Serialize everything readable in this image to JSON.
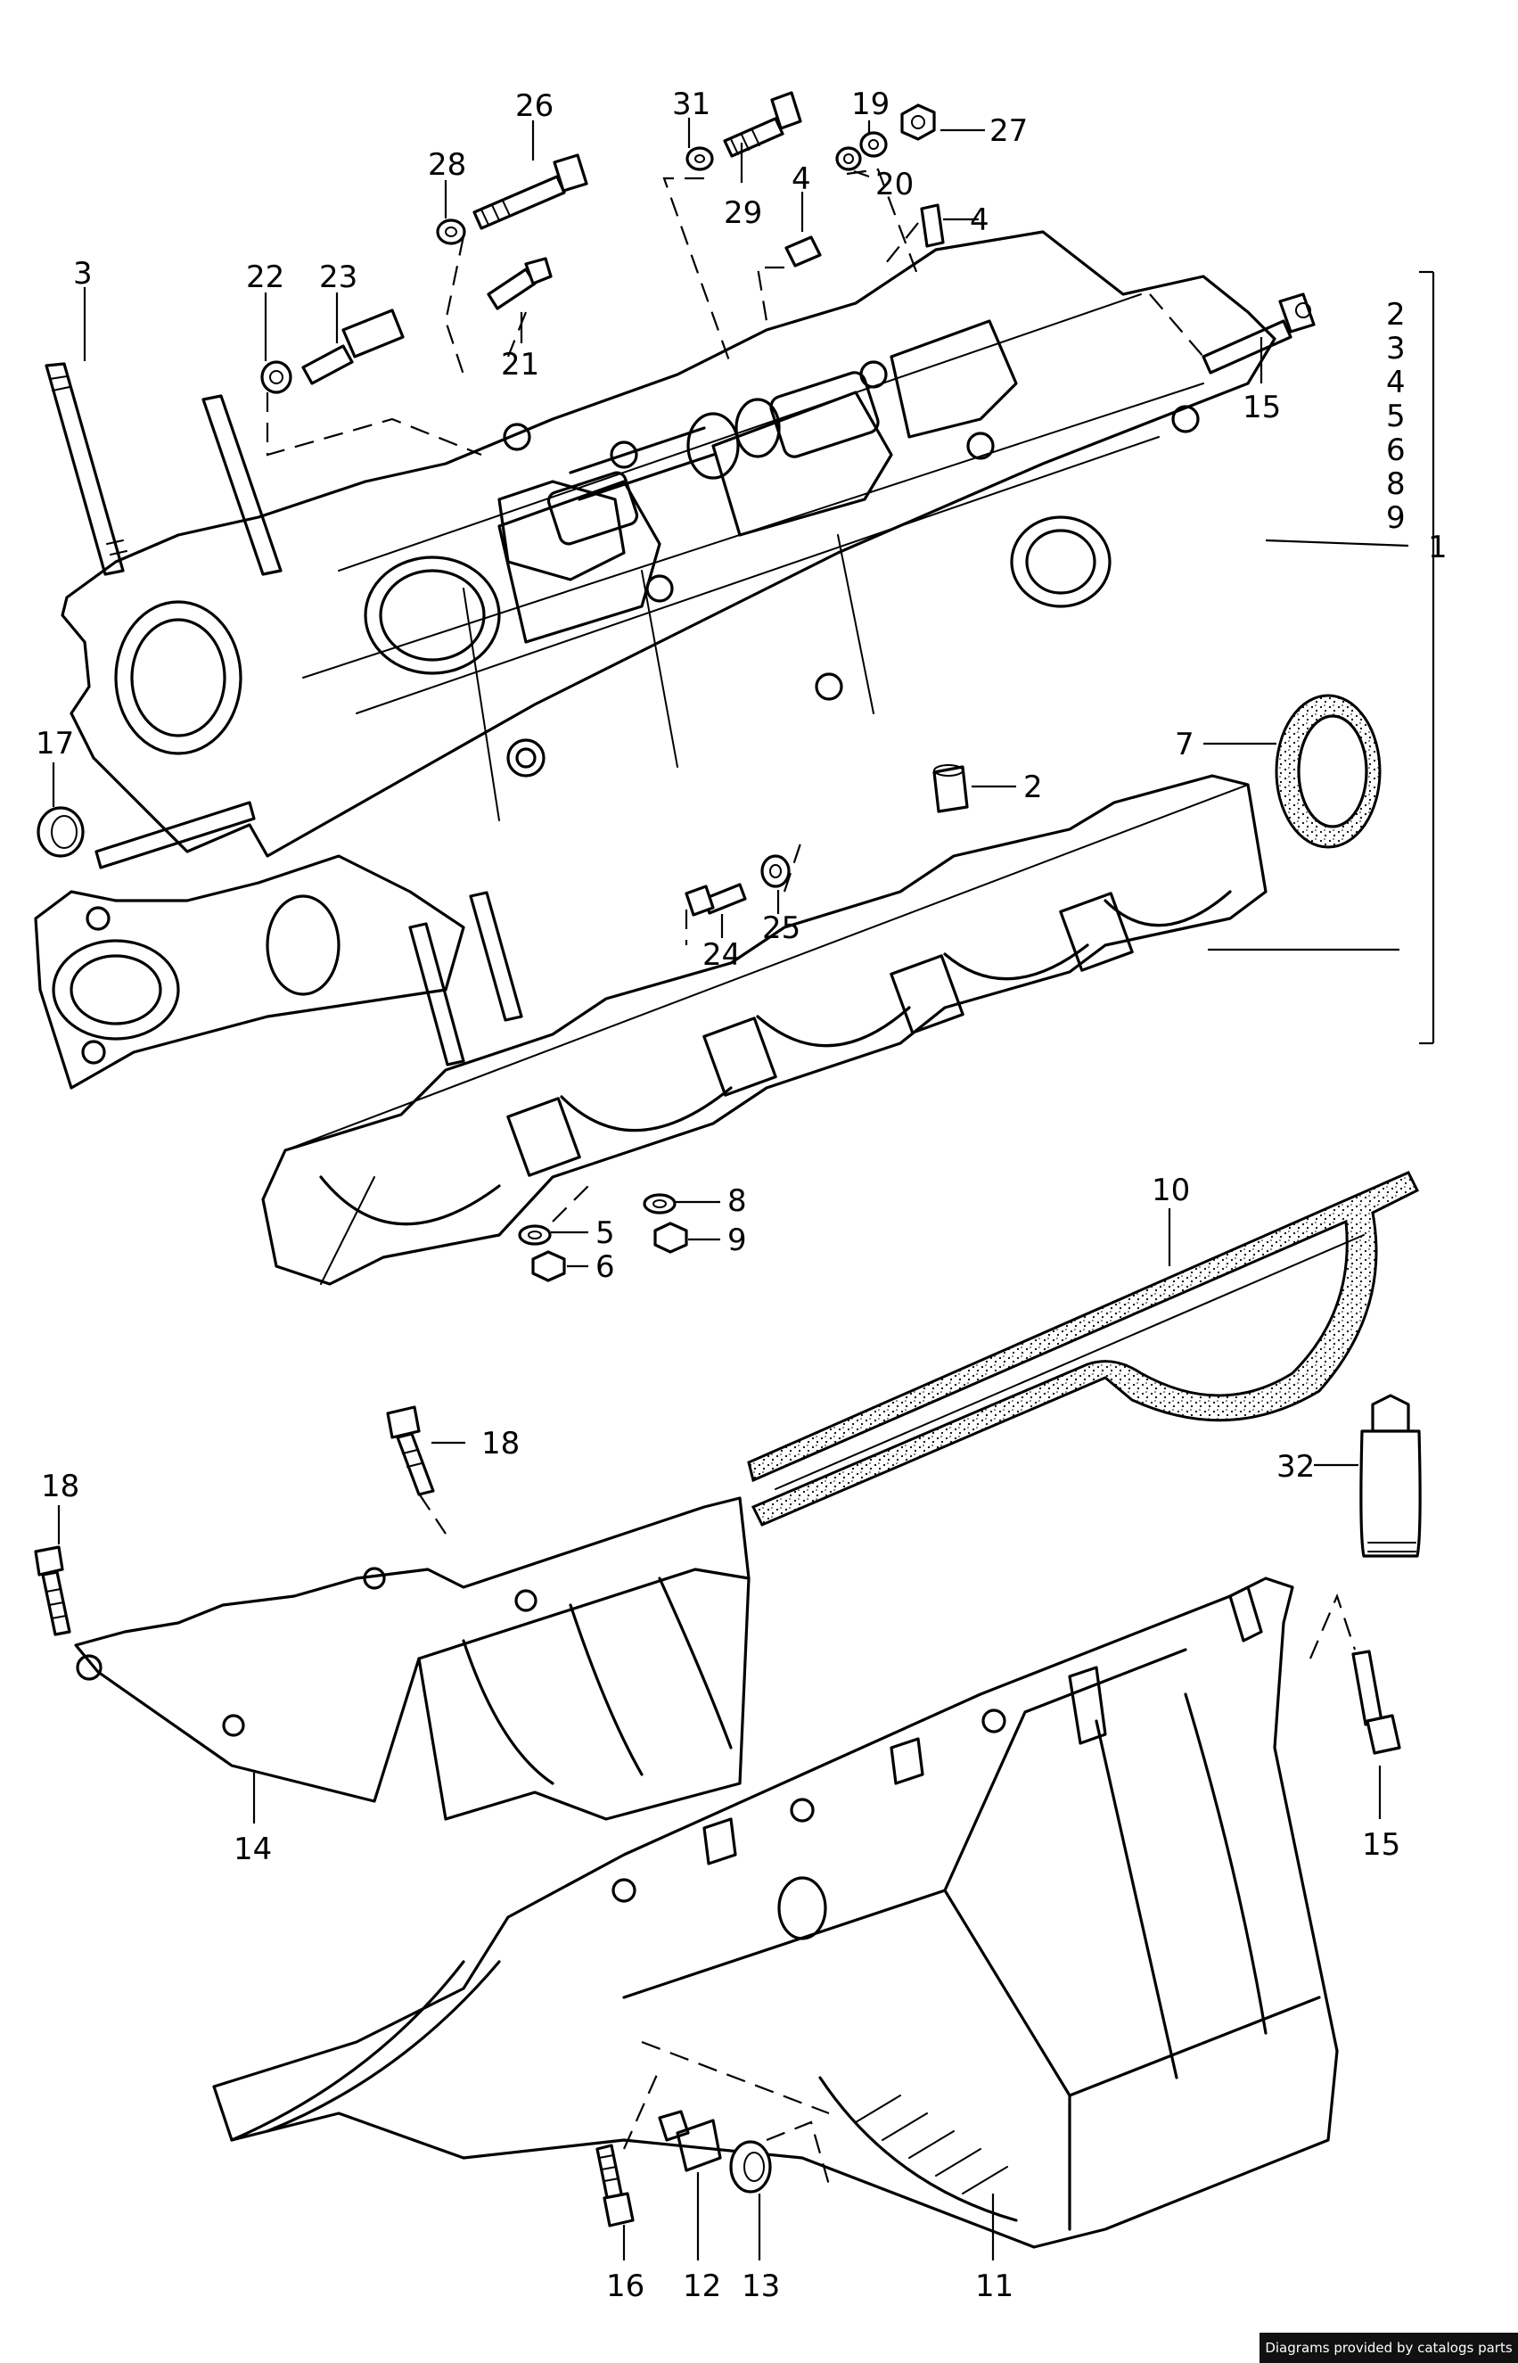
{
  "credit": "Diagrams provided by catalogs parts",
  "bracket_items": [
    "2",
    "3",
    "4",
    "5",
    "6",
    "8",
    "9"
  ],
  "callouts": [
    {
      "id": "c1",
      "label": "1"
    },
    {
      "id": "c2",
      "label": "2"
    },
    {
      "id": "c3",
      "label": "3"
    },
    {
      "id": "c4a",
      "label": "4"
    },
    {
      "id": "c4b",
      "label": "4"
    },
    {
      "id": "c5",
      "label": "5"
    },
    {
      "id": "c6",
      "label": "6"
    },
    {
      "id": "c7",
      "label": "7"
    },
    {
      "id": "c8",
      "label": "8"
    },
    {
      "id": "c9",
      "label": "9"
    },
    {
      "id": "c10",
      "label": "10"
    },
    {
      "id": "c11",
      "label": "11"
    },
    {
      "id": "c12",
      "label": "12"
    },
    {
      "id": "c13",
      "label": "13"
    },
    {
      "id": "c14",
      "label": "14"
    },
    {
      "id": "c15a",
      "label": "15"
    },
    {
      "id": "c15b",
      "label": "15"
    },
    {
      "id": "c16",
      "label": "16"
    },
    {
      "id": "c17",
      "label": "17"
    },
    {
      "id": "c18a",
      "label": "18"
    },
    {
      "id": "c18b",
      "label": "18"
    },
    {
      "id": "c19",
      "label": "19"
    },
    {
      "id": "c20",
      "label": "20"
    },
    {
      "id": "c21",
      "label": "21"
    },
    {
      "id": "c22",
      "label": "22"
    },
    {
      "id": "c23",
      "label": "23"
    },
    {
      "id": "c24",
      "label": "24"
    },
    {
      "id": "c25",
      "label": "25"
    },
    {
      "id": "c26",
      "label": "26"
    },
    {
      "id": "c27",
      "label": "27"
    },
    {
      "id": "c28",
      "label": "28"
    },
    {
      "id": "c29",
      "label": "29"
    },
    {
      "id": "c31",
      "label": "31"
    },
    {
      "id": "c32",
      "label": "32"
    }
  ]
}
